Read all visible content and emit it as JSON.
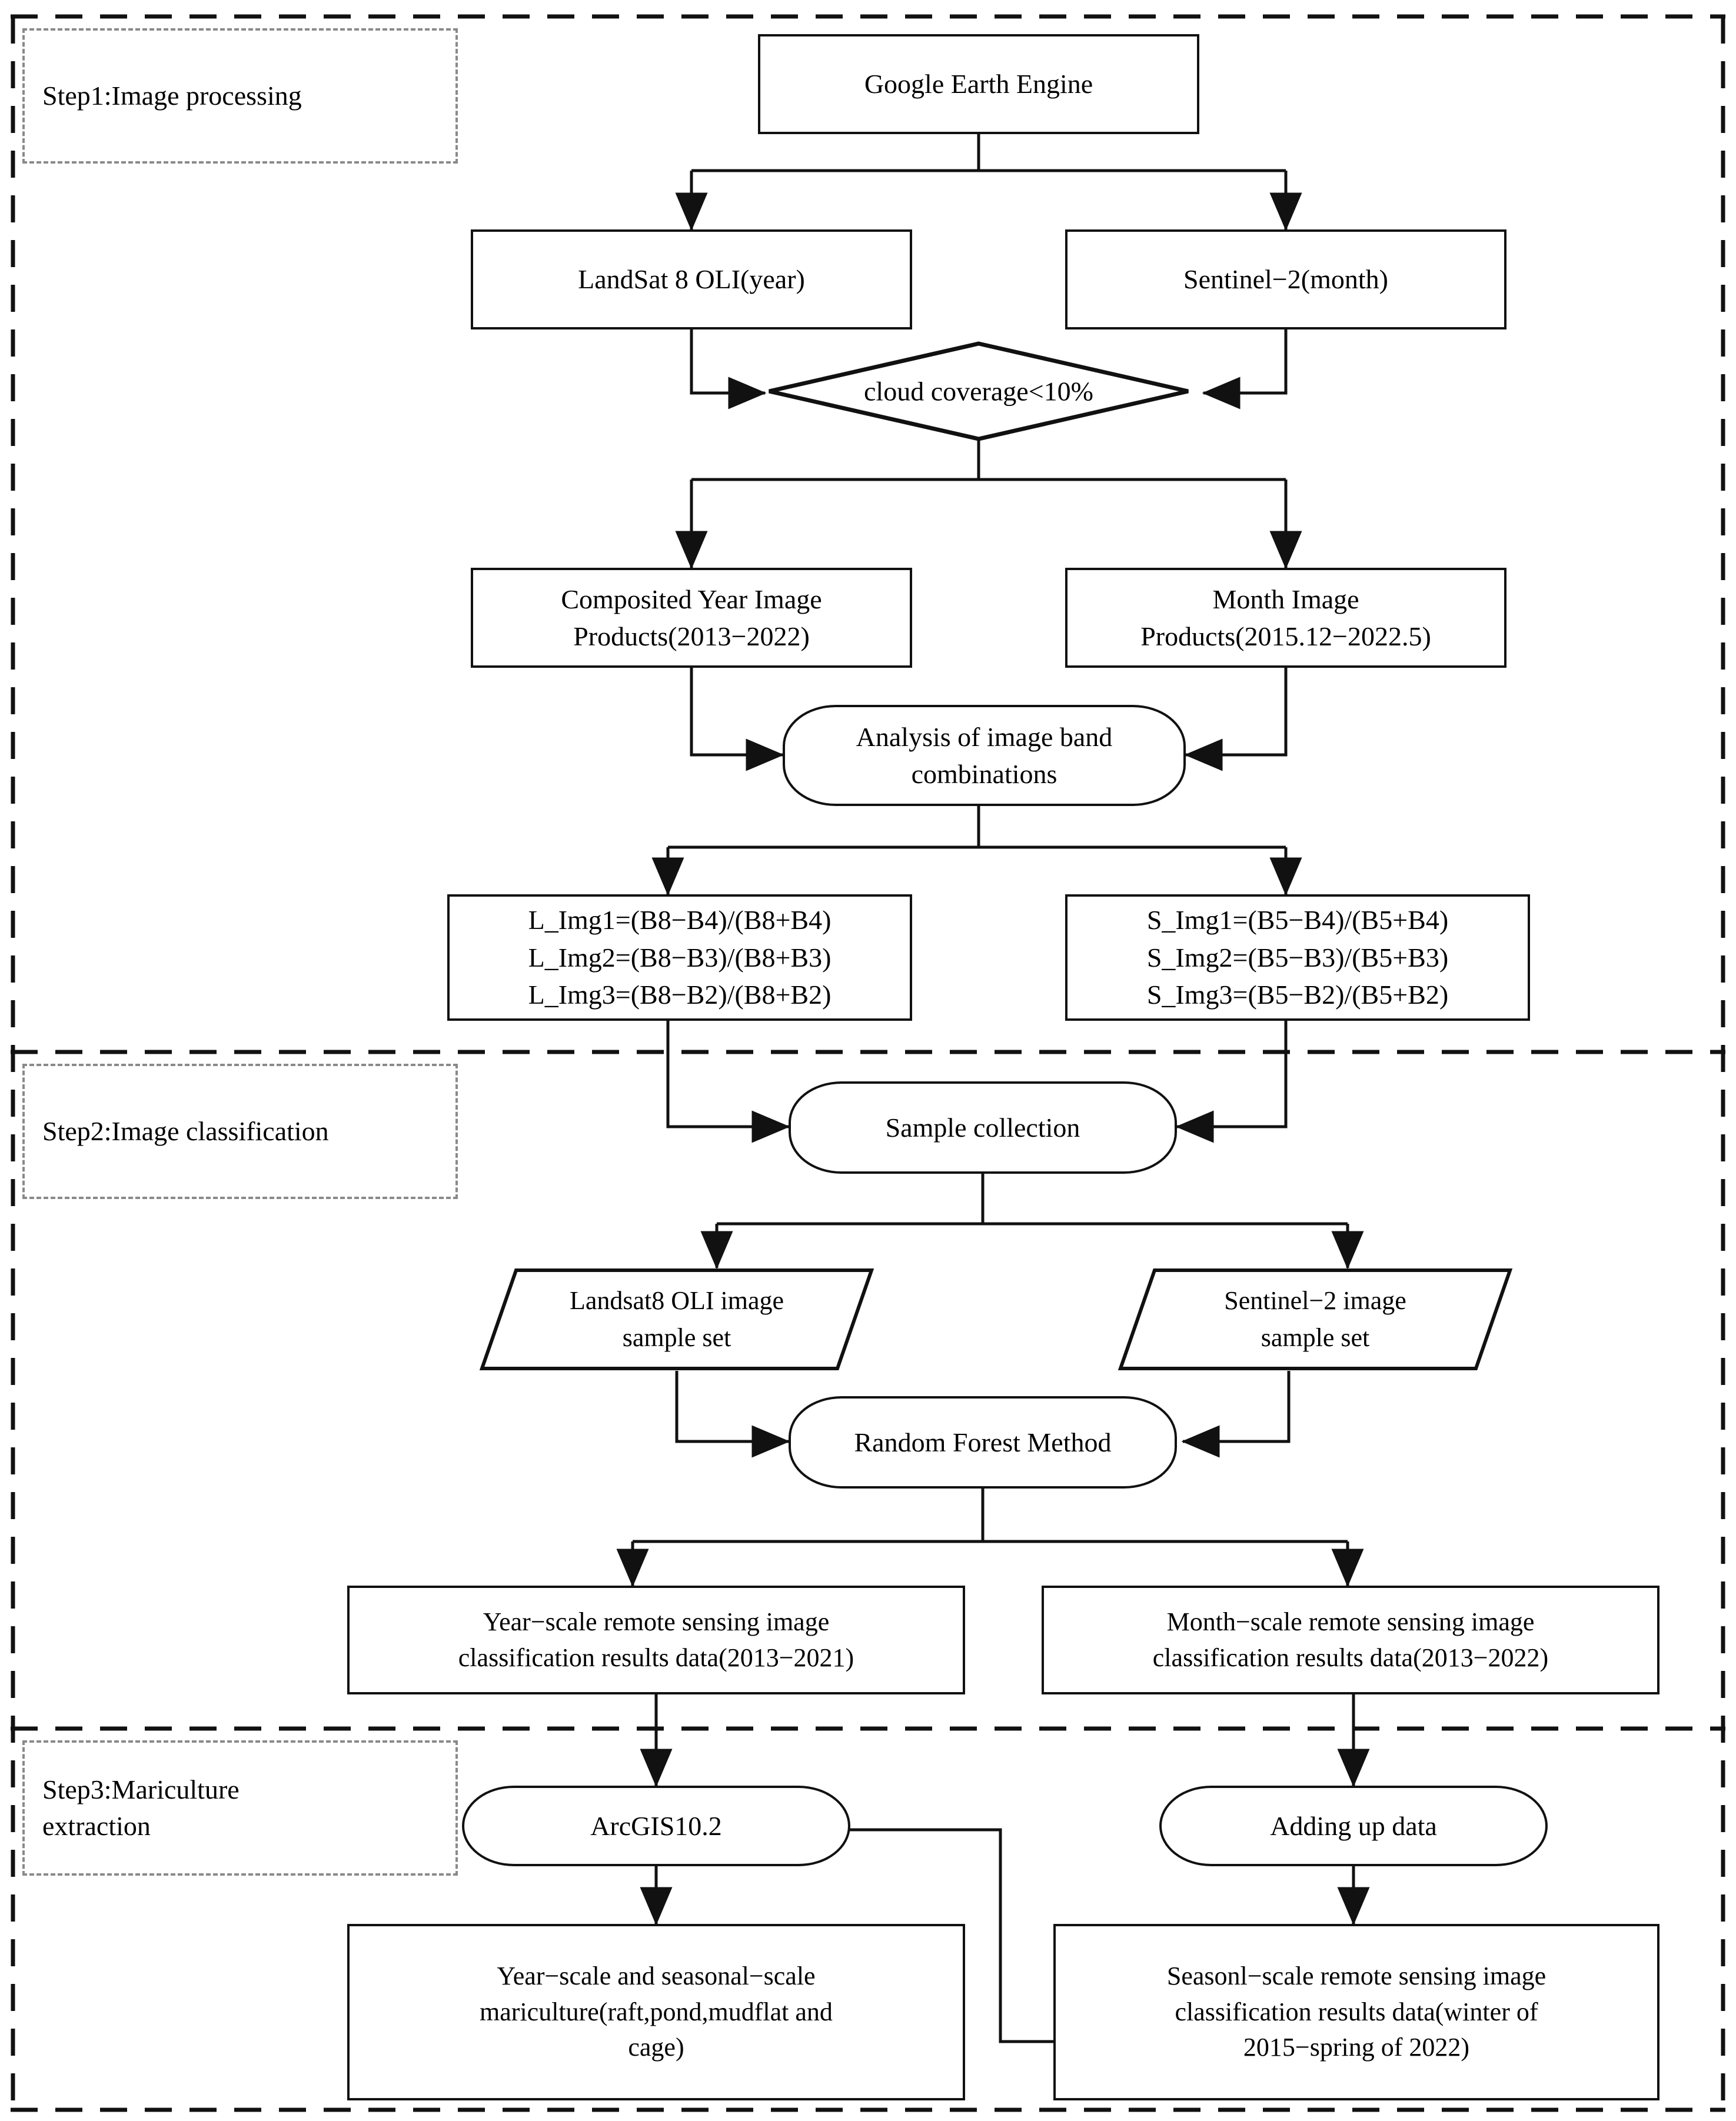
{
  "figure": {
    "type": "flowchart",
    "title": "Mariculture extraction workflow",
    "orientation": "top-to-bottom"
  },
  "steps": [
    {
      "id": "step1",
      "label": "Step1:Image  processing"
    },
    {
      "id": "step2",
      "label": "Step2:Image classification"
    },
    {
      "id": "step3",
      "label": "Step3:Mariculture\nextraction"
    }
  ],
  "nodes": {
    "gee": {
      "label": "Google Earth Engine",
      "shape": "rectangle"
    },
    "landsat": {
      "label": "LandSat 8 OLI(year)",
      "shape": "rectangle"
    },
    "sentinel": {
      "label": "Sentinel−2(month)",
      "shape": "rectangle"
    },
    "cloud": {
      "label": "cloud coverage<10%",
      "shape": "diamond"
    },
    "year_products": {
      "label": "Composited Year Image\nProducts(2013−2022)",
      "shape": "rectangle"
    },
    "month_products": {
      "label": "Month Image\nProducts(2015.12−2022.5)",
      "shape": "rectangle"
    },
    "band_analysis": {
      "label": "Analysis of image band\ncombinations",
      "shape": "rounded-rectangle"
    },
    "l_formulas": {
      "label": "L_Img1=(B8−B4)/(B8+B4)\nL_Img2=(B8−B3)/(B8+B3)\nL_Img3=(B8−B2)/(B8+B2)",
      "shape": "rectangle"
    },
    "s_formulas": {
      "label": "S_Img1=(B5−B4)/(B5+B4)\nS_Img2=(B5−B3)/(B5+B3)\nS_Img3=(B5−B2)/(B5+B2)",
      "shape": "rectangle"
    },
    "sample": {
      "label": "Sample collection",
      "shape": "rounded-rectangle"
    },
    "landsat_set": {
      "label": "Landsat8 OLI  image\nsample set",
      "shape": "parallelogram"
    },
    "sentinel_set": {
      "label": "Sentinel−2  image\nsample set",
      "shape": "parallelogram"
    },
    "rf": {
      "label": "Random Forest Method",
      "shape": "rounded-rectangle"
    },
    "year_results": {
      "label": "Year−scale remote sensing image\nclassification results data(2013−2021)",
      "shape": "rectangle"
    },
    "month_results": {
      "label": "Month−scale remote sensing image\nclassification results data(2013−2022)",
      "shape": "rectangle"
    },
    "arcgis": {
      "label": "ArcGIS10.2",
      "shape": "rounded-rectangle"
    },
    "adding": {
      "label": "Adding up data",
      "shape": "rounded-rectangle"
    },
    "mariculture": {
      "label": "Year−scale and seasonal−scale\nmariculture(raft,pond,mudflat   and\ncage)",
      "shape": "rectangle"
    },
    "season_results": {
      "label": "Seasonl−scale remote sensing image\nclassification results data(winter of\n2015−spring of 2022)",
      "shape": "rectangle"
    }
  },
  "edges": [
    {
      "from": "gee",
      "to": "landsat"
    },
    {
      "from": "gee",
      "to": "sentinel"
    },
    {
      "from": "landsat",
      "to": "cloud"
    },
    {
      "from": "sentinel",
      "to": "cloud"
    },
    {
      "from": "cloud",
      "to": "year_products"
    },
    {
      "from": "cloud",
      "to": "month_products"
    },
    {
      "from": "year_products",
      "to": "band_analysis"
    },
    {
      "from": "month_products",
      "to": "band_analysis"
    },
    {
      "from": "band_analysis",
      "to": "l_formulas"
    },
    {
      "from": "band_analysis",
      "to": "s_formulas"
    },
    {
      "from": "l_formulas",
      "to": "sample"
    },
    {
      "from": "s_formulas",
      "to": "sample"
    },
    {
      "from": "sample",
      "to": "landsat_set"
    },
    {
      "from": "sample",
      "to": "sentinel_set"
    },
    {
      "from": "landsat_set",
      "to": "rf"
    },
    {
      "from": "sentinel_set",
      "to": "rf"
    },
    {
      "from": "rf",
      "to": "year_results"
    },
    {
      "from": "rf",
      "to": "month_results"
    },
    {
      "from": "year_results",
      "to": "arcgis"
    },
    {
      "from": "month_results",
      "to": "adding"
    },
    {
      "from": "arcgis",
      "to": "mariculture"
    },
    {
      "from": "adding",
      "to": "season_results"
    },
    {
      "from": "season_results",
      "to": "arcgis"
    }
  ],
  "colors": {
    "stroke": "#111111",
    "step_border": "#8a8a8a",
    "background": "#ffffff"
  }
}
